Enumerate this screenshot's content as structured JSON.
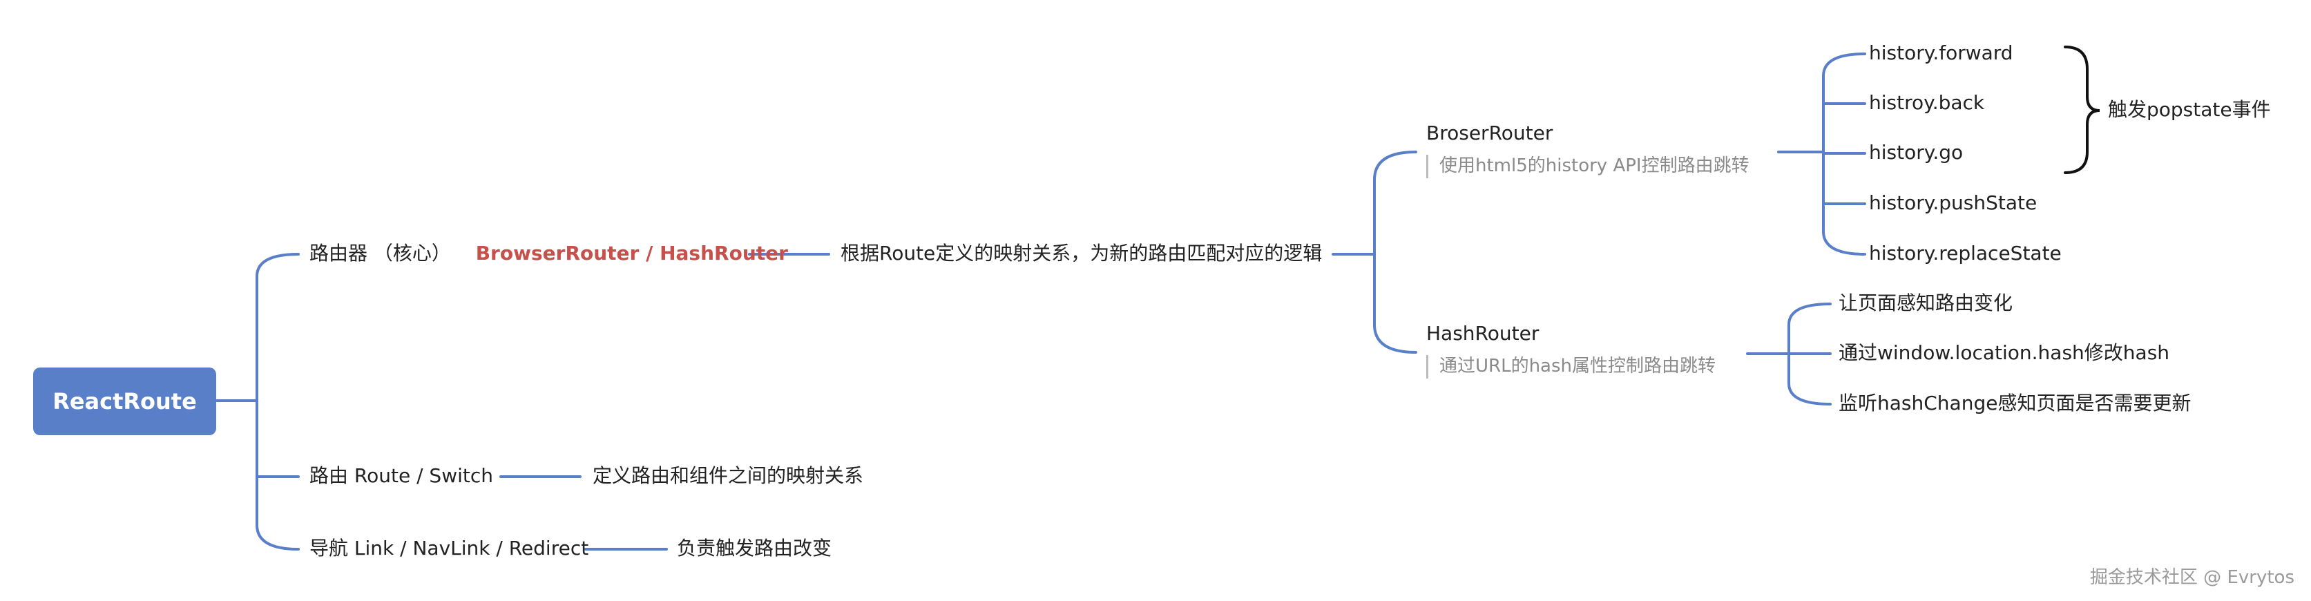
{
  "diagram": {
    "root": "ReactRoute",
    "router": {
      "label": "路由器 （核心）",
      "impl_a": "BrowserRouter",
      "sep": " / ",
      "impl_b": "HashRouter",
      "desc": "根据Route定义的映射关系，为新的路由匹配对应的逻辑"
    },
    "browser": {
      "title": "BroserRouter",
      "note": "使用html5的history API控制路由跳转",
      "methods": [
        "history.forward",
        "histroy.back",
        "history.go",
        "history.pushState",
        "history.replaceState"
      ],
      "group_label": "触发popstate事件"
    },
    "hash": {
      "title": "HashRouter",
      "note": "通过URL的hash属性控制路由跳转",
      "items": [
        "让页面感知路由变化",
        "通过window.location.hash修改hash",
        "监听hashChange感知页面是否需要更新"
      ]
    },
    "route": {
      "label": "路由 Route / Switch",
      "desc": "定义路由和组件之间的映射关系"
    },
    "nav": {
      "label": "导航 Link / NavLink / Redirect",
      "desc": "负责触发路由改变"
    },
    "colors": {
      "root_fill": "#5a7fc9",
      "line": "#5a7fc9",
      "accent": "#c8504a",
      "note": "#8a8a8a"
    }
  },
  "watermark": "掘金技术社区 @ Evrytos"
}
